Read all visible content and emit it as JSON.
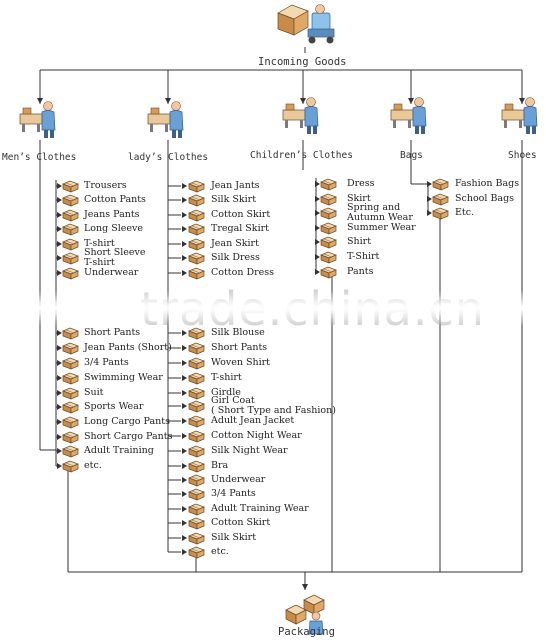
{
  "top_node": {
    "label": "Incoming Goods",
    "icon": "warehouse-forklift-icon"
  },
  "bottom_node": {
    "label": "Packaging",
    "icon": "boxes-icon"
  },
  "watermark": "trade.china.cn",
  "categories": [
    {
      "name": "Men’s Clothes",
      "items": [
        "Trousers",
        "Cotton Pants",
        "Jeans Pants",
        "Long Sleeve",
        "T-shirt",
        "Short Sleeve\nT-shirt",
        "Underwear",
        "Short Pants",
        "Jean Pants (Short)",
        "3/4 Pants",
        "Swimming Wear",
        "Suit",
        "Sports Wear",
        "Long Cargo Pants",
        "Short Cargo Pants",
        "Adult Training",
        "etc."
      ]
    },
    {
      "name": "lady’s Clothes",
      "items": [
        "Jean Jants",
        "Silk Skirt",
        "Cotton Skirt",
        "Tregal Skirt",
        "Jean Skirt",
        "Silk Dress",
        "Cotton Dress",
        "Silk Blouse",
        "Short Pants",
        "Woven Shirt",
        "T-shirt",
        "Girdle",
        "Girl Coat\n( Short Type and Fashion)",
        "Adult Jean Jacket",
        "Cotton Night Wear",
        "Silk Night Wear",
        "Bra",
        "Underwear",
        "3/4 Pants",
        "Adult Training Wear",
        "Cotton Skirt",
        "Silk Skirt",
        "etc."
      ]
    },
    {
      "name": "Children’s Clothes",
      "items": [
        "Dress",
        "Skirt",
        "Spring and\nAutumn Wear",
        "Summer Wear",
        "Shirt",
        "T-Shirt",
        "Pants"
      ]
    },
    {
      "name": "Bags",
      "items": [
        "Fashion Bags",
        "School Bags",
        "Etc."
      ]
    },
    {
      "name": "Shoes",
      "items": []
    }
  ]
}
